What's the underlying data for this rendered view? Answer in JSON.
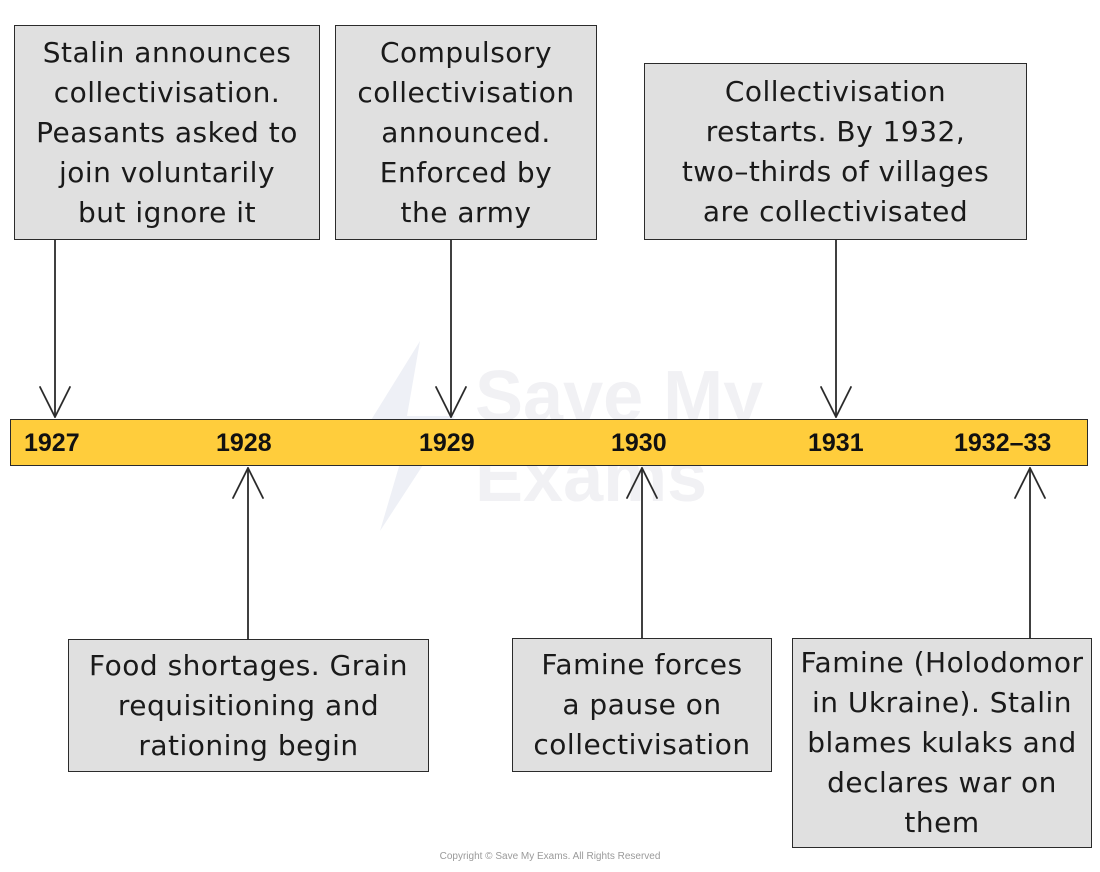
{
  "timeline": {
    "bar_color": "#ffcd3c",
    "box_color": "#e0e0e0",
    "years": [
      "1927",
      "1928",
      "1929",
      "1930",
      "1931",
      "1932–33"
    ],
    "events_above": [
      {
        "year": "1927",
        "text": "Stalin announces\ncollectivisation.\nPeasants asked to\njoin voluntarily\nbut ignore it"
      },
      {
        "year": "1929",
        "text": "Compulsory\ncollectivisation\nannounced.\nEnforced by\nthe army"
      },
      {
        "year": "1931",
        "text": "Collectivisation\nrestarts. By 1932,\ntwo–thirds of villages\nare collectivisated"
      }
    ],
    "events_below": [
      {
        "year": "1928",
        "text": "Food shortages. Grain\nrequisitioning and\nrationing begin"
      },
      {
        "year": "1930",
        "text": "Famine forces\na pause on\ncollectivisation"
      },
      {
        "year": "1932–33",
        "text": "Famine (Holodomor\nin Ukraine). Stalin\nblames kulaks and\ndeclares war on\nthem"
      }
    ]
  },
  "watermark": {
    "line1": "Save My",
    "line2": "Exams"
  },
  "footer": {
    "copyright": "Copyright © Save My Exams. All Rights Reserved"
  }
}
